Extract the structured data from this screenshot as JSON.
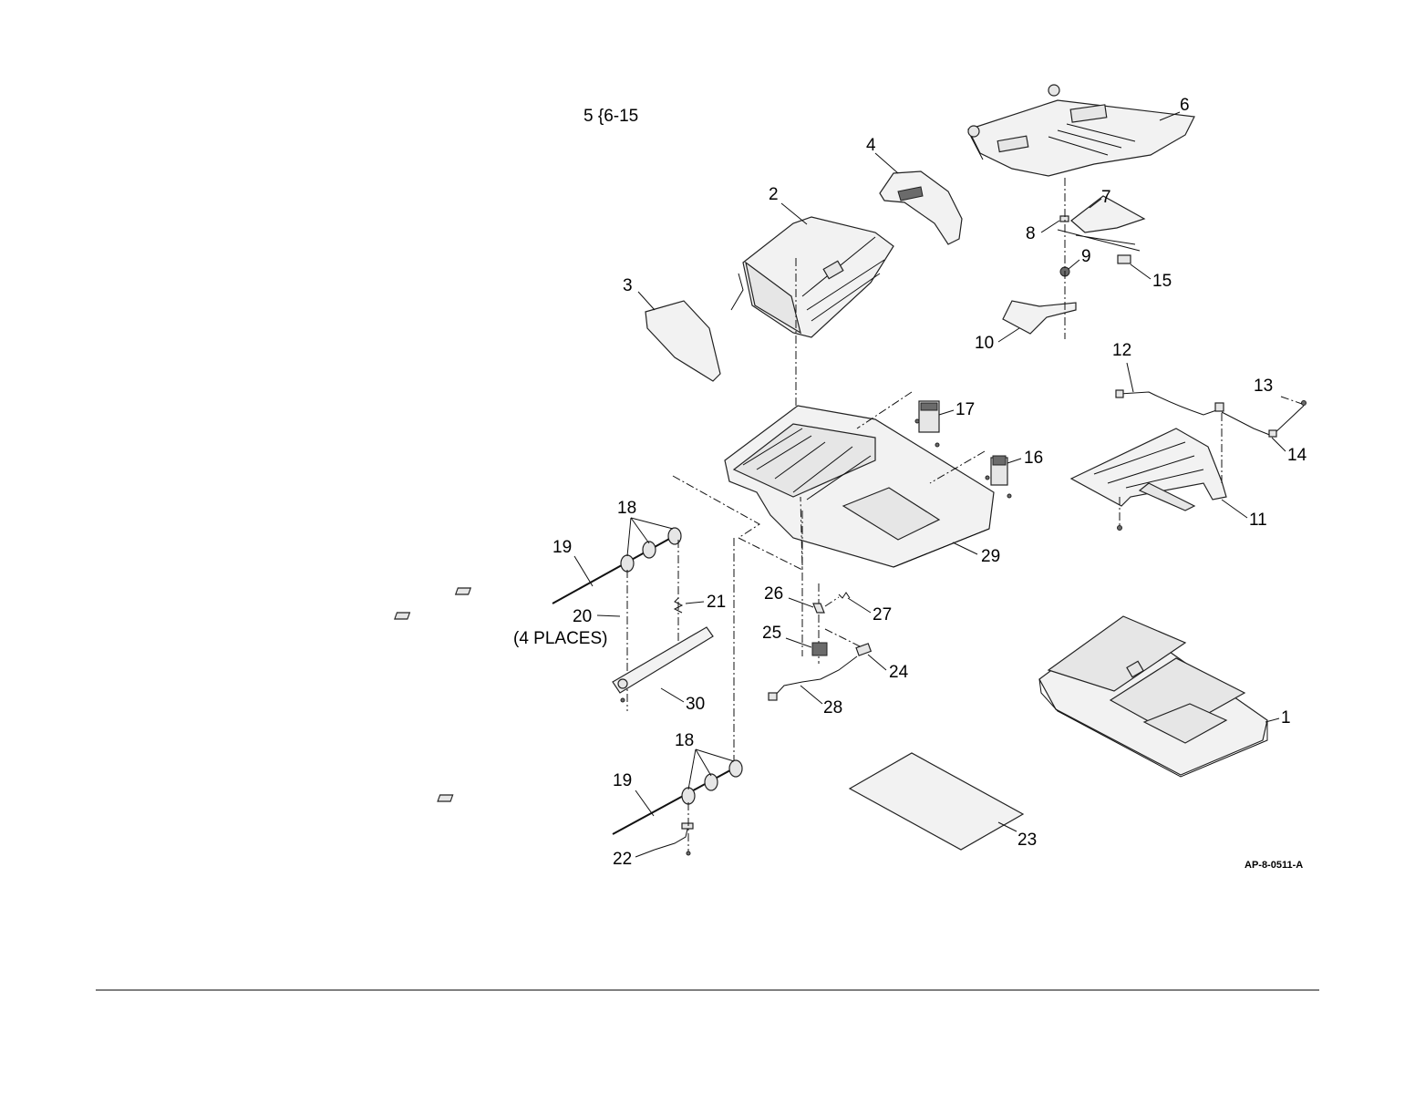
{
  "diagram": {
    "group_note": "5 {6-15",
    "figure_code": "AP-8-0511-A",
    "callouts": {
      "c1": "1",
      "c2": "2",
      "c3": "3",
      "c4": "4",
      "c6": "6",
      "c7": "7",
      "c8": "8",
      "c9": "9",
      "c10": "10",
      "c11": "11",
      "c12": "12",
      "c13": "13",
      "c14": "14",
      "c15": "15",
      "c16": "16",
      "c17": "17",
      "c18a": "18",
      "c18b": "18",
      "c19a": "19",
      "c19b": "19",
      "c20": "20",
      "c21": "21",
      "c22": "22",
      "c23": "23",
      "c24": "24",
      "c25": "25",
      "c26": "26",
      "c27": "27",
      "c28": "28",
      "c29": "29",
      "c30": "30"
    },
    "places_note": "(4 PLACES)"
  }
}
